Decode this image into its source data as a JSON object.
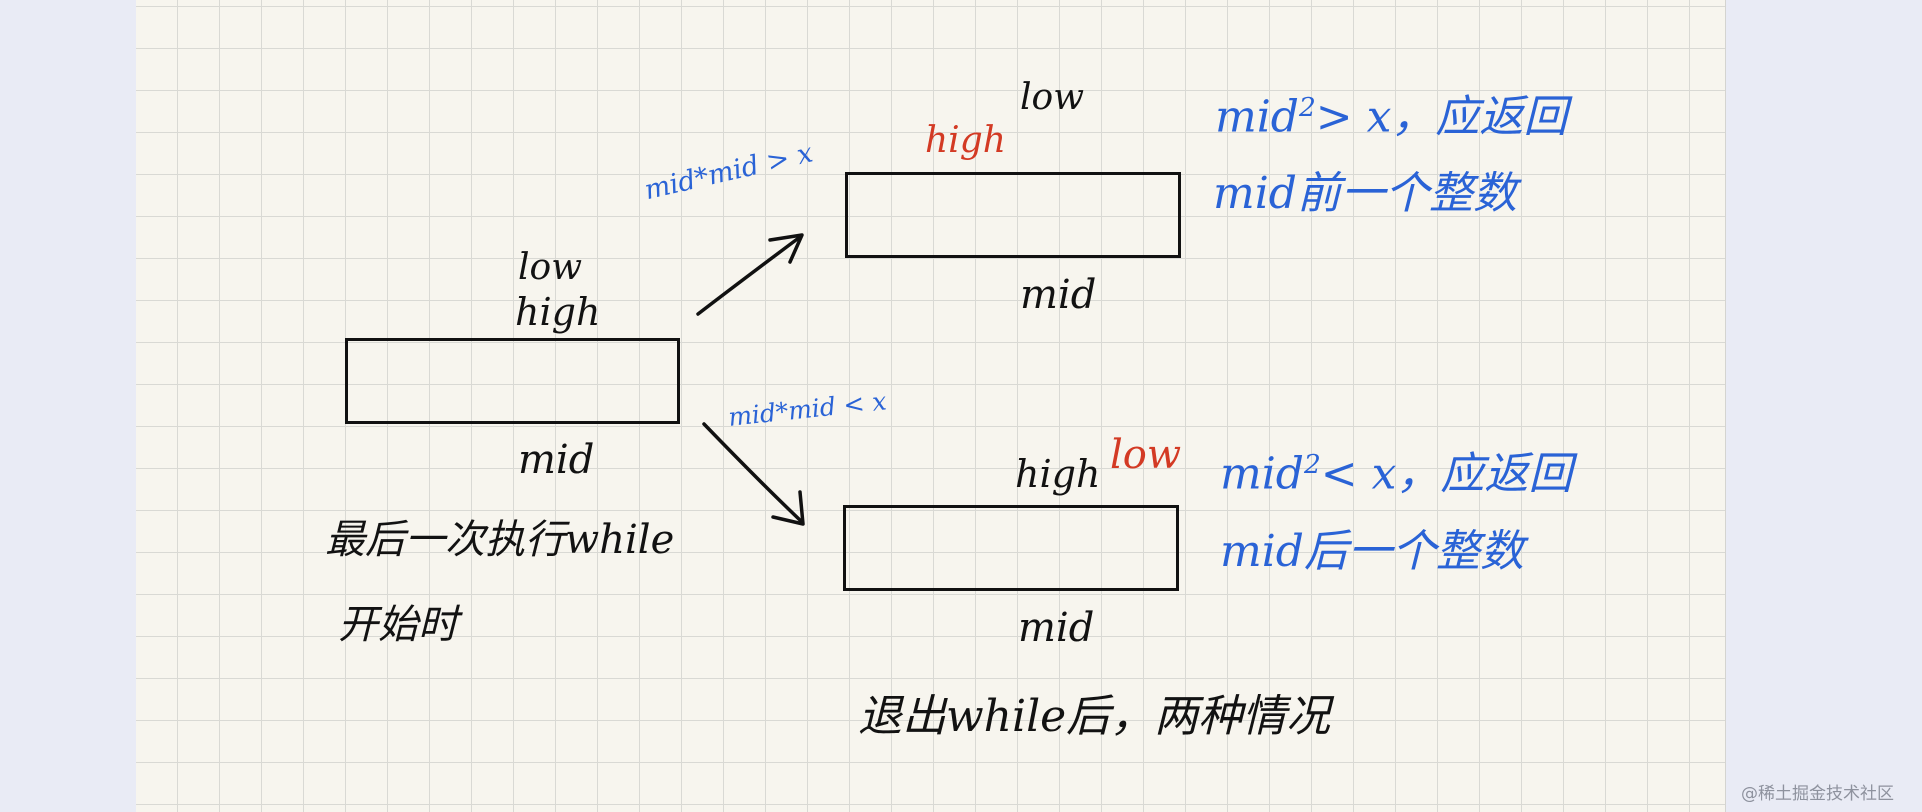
{
  "left_block": {
    "low": "low",
    "high": "high",
    "mid": "mid",
    "caption_line1": "最后一次执行while",
    "caption_line2": "开始时"
  },
  "upper_block": {
    "arrow_condition": "mid*mid > x",
    "high": "high",
    "low": "low",
    "mid": "mid",
    "note_line1_prefix": "mid",
    "note_line1_sup": "2",
    "note_line1_suffix": "> x，应返回",
    "note_line2": "mid前一个整数"
  },
  "lower_block": {
    "arrow_condition": "mid*mid < x",
    "high": "high",
    "low": "low",
    "mid": "mid",
    "note_line1_prefix": "mid",
    "note_line1_sup": "2",
    "note_line1_suffix": "< x，应返回",
    "note_line2": "mid后一个整数"
  },
  "bottom_caption": "退出while后，两种情况",
  "watermark": "@稀土掘金技术社区",
  "colors": {
    "ink": "#121212",
    "blue": "#2a63d6",
    "red": "#d33a24",
    "paper": "#f7f5ee",
    "grid": "#d9d9d4"
  }
}
